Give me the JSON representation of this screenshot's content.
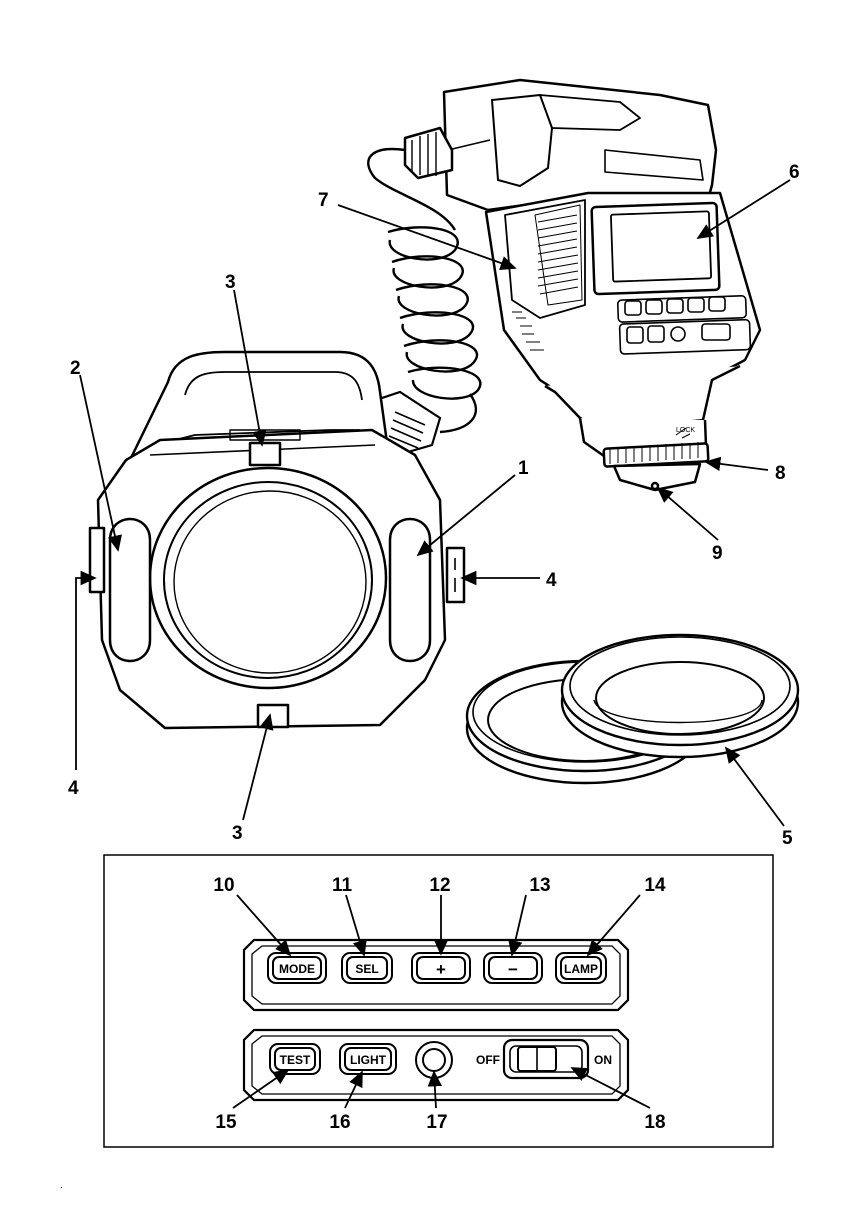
{
  "callouts": {
    "c1": "1",
    "c2": "2",
    "c3a": "3",
    "c3b": "3",
    "c4a": "4",
    "c4b": "4",
    "c5": "5",
    "c6": "6",
    "c7": "7",
    "c8": "8",
    "c9": "9",
    "c10": "10",
    "c11": "11",
    "c12": "12",
    "c13": "13",
    "c14": "14",
    "c15": "15",
    "c16": "16",
    "c17": "17",
    "c18": "18"
  },
  "panel": {
    "mode": "MODE",
    "sel": "SEL",
    "plus": "+",
    "minus": "−",
    "lamp": "LAMP",
    "test": "TEST",
    "light": "LIGHT",
    "off": "OFF",
    "on": "ON"
  },
  "controller": {
    "lock_label": "LOCK"
  },
  "footer": {
    "mark": "."
  }
}
